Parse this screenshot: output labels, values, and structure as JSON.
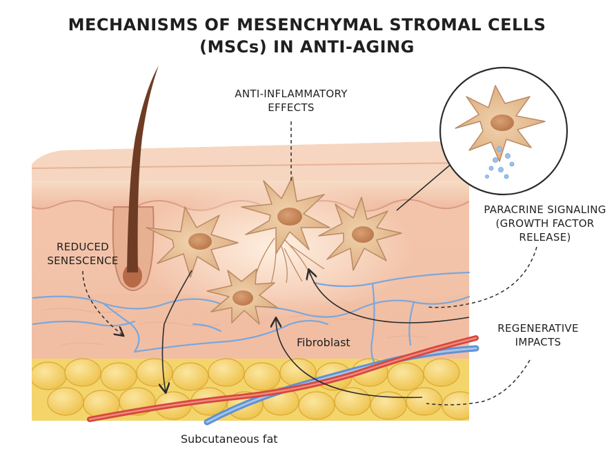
{
  "title": {
    "line1": "MECHANISMS OF MESENCHYMAL STROMAL CELLS",
    "line2": "(MSCs) IN ANTI-AGING"
  },
  "labels": {
    "anti_inflammatory": {
      "line1": "ANTI-INFLAMMATORY",
      "line2": "EFFECTS"
    },
    "reduced_senescence": {
      "line1": "REDUCED",
      "line2": "SENESCENCE"
    },
    "paracrine": {
      "line1": "PARACRINE SIGNALING",
      "line2": "(GROWTH FACTOR",
      "line3": "RELEASE)"
    },
    "regenerative": {
      "line1": "REGENERATIVE",
      "line2": "IMPACTS"
    },
    "fibroblast": "Fibroblast",
    "subcutaneous_fat": "Subcutaneous fat"
  },
  "colors": {
    "epidermis": "#f2c4a8",
    "dermis": "#f6cdb3",
    "fat": "#f2cf57",
    "cell": "#e9c29a",
    "nucleus": "#c98a5e",
    "artery": "#d8544a",
    "vein": "#6f9fd8",
    "hair": "#6e3c24"
  }
}
